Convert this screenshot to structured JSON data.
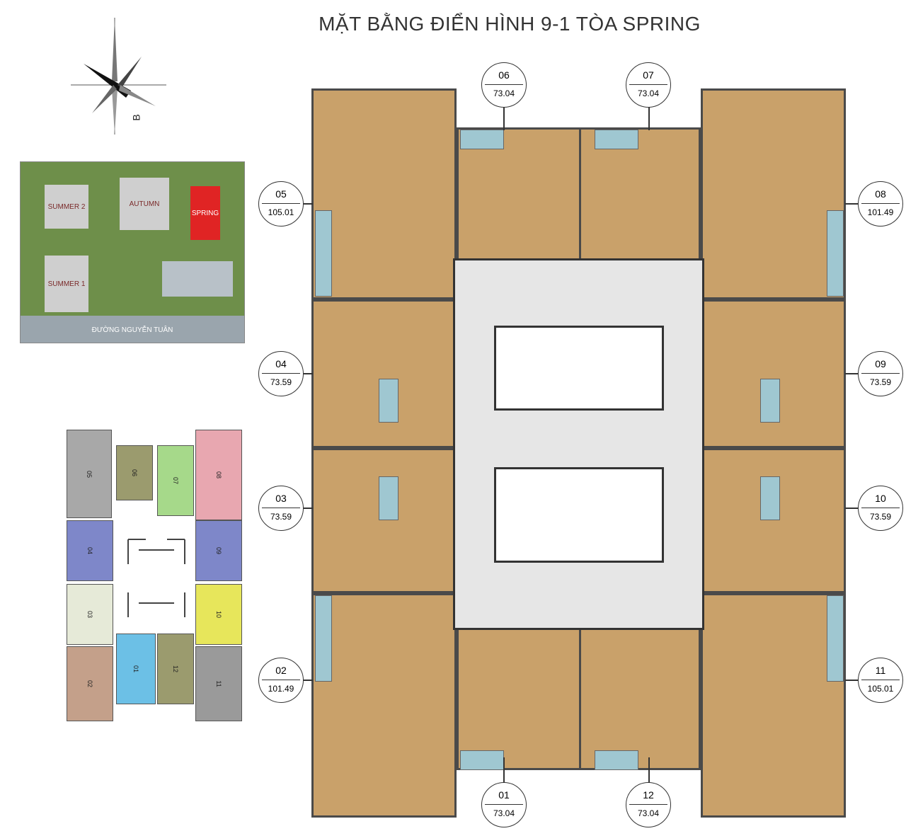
{
  "title": "MẶT BẰNG ĐIỂN HÌNH 9-1 TÒA SPRING",
  "compass": {
    "letter": "B"
  },
  "site_plan": {
    "buildings": [
      "SUMMER 2",
      "AUTUMN",
      "SPRING",
      "SUMMER 1"
    ],
    "road": "ĐƯỜNG NGUYỄN TUÂN"
  },
  "key_plan": {
    "blocks": [
      {
        "id": "05",
        "color": "#a8a8a8"
      },
      {
        "id": "06",
        "color": "#9b9b6e"
      },
      {
        "id": "07",
        "color": "#a6d98a"
      },
      {
        "id": "08",
        "color": "#e8a7b0"
      },
      {
        "id": "04",
        "color": "#7e87c9"
      },
      {
        "id": "09",
        "color": "#7e87c9"
      },
      {
        "id": "03",
        "color": "#e6ead8"
      },
      {
        "id": "10",
        "color": "#e7e65b"
      },
      {
        "id": "02",
        "color": "#c4a08a"
      },
      {
        "id": "01",
        "color": "#6cc0e6"
      },
      {
        "id": "12",
        "color": "#9b9b6e"
      },
      {
        "id": "11",
        "color": "#9a9a9a"
      }
    ]
  },
  "apartments": [
    {
      "id": "05",
      "area": "105.01"
    },
    {
      "id": "06",
      "area": "73.04"
    },
    {
      "id": "07",
      "area": "73.04"
    },
    {
      "id": "08",
      "area": "101.49"
    },
    {
      "id": "04",
      "area": "73.59"
    },
    {
      "id": "09",
      "area": "73.59"
    },
    {
      "id": "03",
      "area": "73.59"
    },
    {
      "id": "10",
      "area": "73.59"
    },
    {
      "id": "02",
      "area": "101.49"
    },
    {
      "id": "11",
      "area": "105.01"
    },
    {
      "id": "01",
      "area": "73.04"
    },
    {
      "id": "12",
      "area": "73.04"
    }
  ],
  "colors": {
    "floor": "#c9a16a",
    "bath": "#9fc7d1",
    "spring": "#e02424"
  }
}
